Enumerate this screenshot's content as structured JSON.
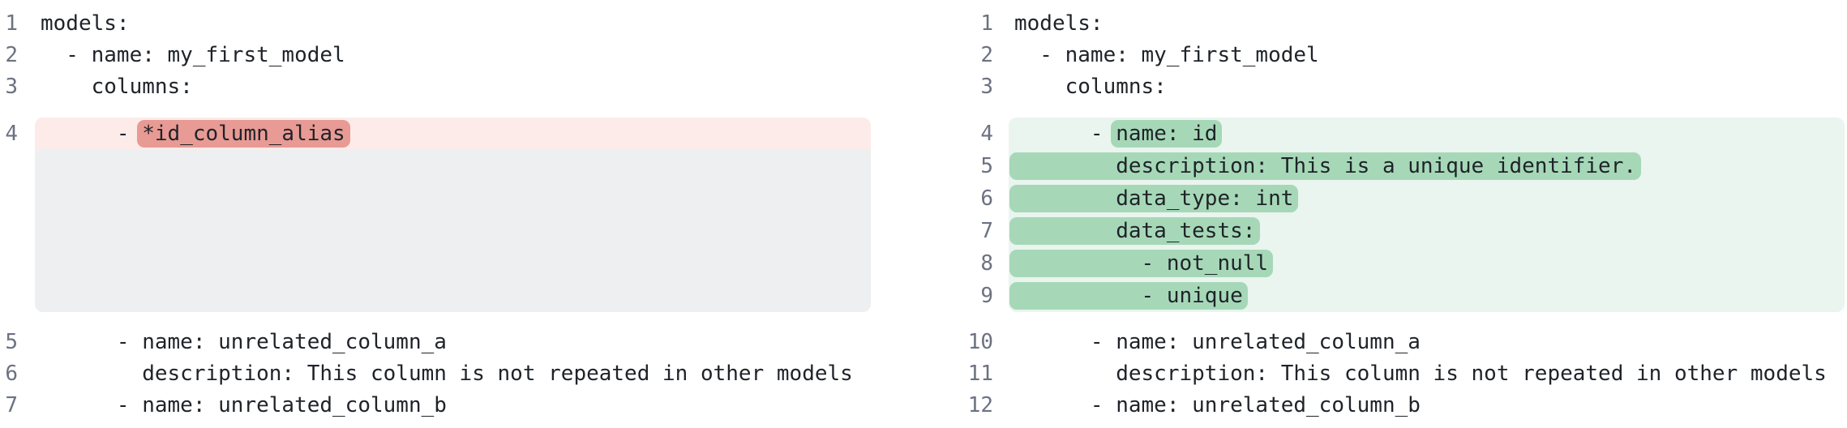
{
  "view": {
    "kind": "split-diff-code-view",
    "language": "yaml"
  },
  "colors": {
    "removed_line_bg": "#fcebe9",
    "removed_token_bg": "#e89a94",
    "added_line_bg": "#e9f5ee",
    "added_token_bg": "#a6d8b8",
    "collapsed_filler_bg": "#edeff1",
    "code_text": "#1f2329",
    "line_number": "#6b7280",
    "page_bg": "#ffffff"
  },
  "old_pane": {
    "lines": [
      {
        "num": "1",
        "kind": "context",
        "text": "models:"
      },
      {
        "num": "2",
        "kind": "context",
        "text": "  - name: my_first_model"
      },
      {
        "num": "3",
        "kind": "context",
        "text": "    columns:"
      },
      {
        "num": "4",
        "kind": "removed",
        "pre": "      - ",
        "token": "*id_column_alias"
      },
      {
        "kind": "filler"
      },
      {
        "num": "5",
        "kind": "context",
        "text": "      - name: unrelated_column_a"
      },
      {
        "num": "6",
        "kind": "context",
        "text": "        description: This column is not repeated in other models"
      },
      {
        "num": "7",
        "kind": "context",
        "text": "      - name: unrelated_column_b"
      }
    ]
  },
  "new_pane": {
    "lines": [
      {
        "num": "1",
        "kind": "context",
        "text": "models:"
      },
      {
        "num": "2",
        "kind": "context",
        "text": "  - name: my_first_model"
      },
      {
        "num": "3",
        "kind": "context",
        "text": "    columns:"
      },
      {
        "num": "4",
        "kind": "added",
        "pre": "      - ",
        "token": "name: id"
      },
      {
        "num": "5",
        "kind": "added",
        "pre": "",
        "token": "        description: This is a unique identifier."
      },
      {
        "num": "6",
        "kind": "added",
        "pre": "",
        "token": "        data_type: int"
      },
      {
        "num": "7",
        "kind": "added",
        "pre": "",
        "token": "        data_tests:"
      },
      {
        "num": "8",
        "kind": "added",
        "pre": "",
        "token": "          - not_null"
      },
      {
        "num": "9",
        "kind": "added",
        "pre": "",
        "token": "          - unique"
      },
      {
        "num": "10",
        "kind": "context",
        "text": "      - name: unrelated_column_a"
      },
      {
        "num": "11",
        "kind": "context",
        "text": "        description: This column is not repeated in other models"
      },
      {
        "num": "12",
        "kind": "context",
        "text": "      - name: unrelated_column_b"
      }
    ]
  }
}
